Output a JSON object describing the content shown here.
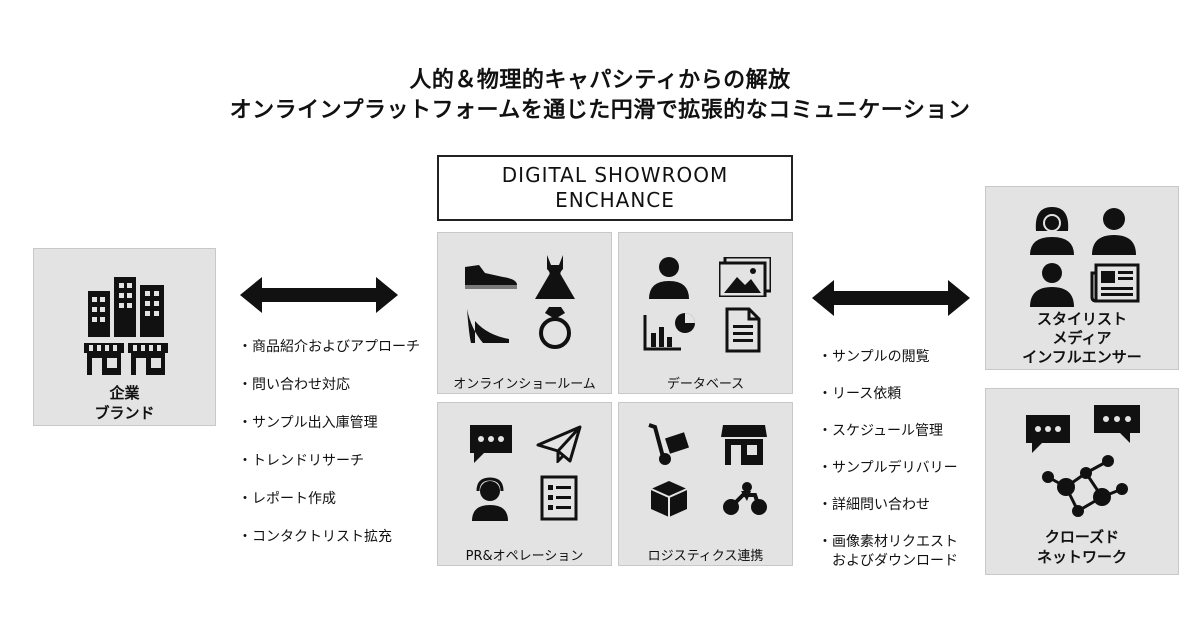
{
  "headline": {
    "line1": "人的＆物理的キャパシティからの解放",
    "line2": "オンラインプラットフォームを通じた円滑で拡張的なコミュニケーション"
  },
  "center": {
    "title_line1": "DIGITAL SHOWROOM",
    "title_line2": "ENCHANCE",
    "tiles": [
      {
        "label": "オンラインショールーム",
        "icons": [
          "shoe-icon",
          "dress-icon",
          "high-heel-icon",
          "ring-icon"
        ]
      },
      {
        "label": "データベース",
        "icons": [
          "person-icon",
          "image-icon",
          "chart-icon",
          "document-icon"
        ]
      },
      {
        "label": "PR&オペレーション",
        "icons": [
          "chat-icon",
          "paper-plane-icon",
          "operator-icon",
          "checklist-icon"
        ]
      },
      {
        "label": "ロジスティクス連携",
        "icons": [
          "hand-truck-icon",
          "store-icon",
          "box-icon",
          "motorbike-icon"
        ]
      }
    ]
  },
  "left": {
    "label_line1": "企業",
    "label_line2": "ブランド",
    "icons": [
      "buildings-icon",
      "storefront-icon"
    ],
    "bullets": [
      "・商品紹介およびアプローチ",
      "・問い合わせ対応",
      "・サンプル出入庫管理",
      "・トレンドリサーチ",
      "・レポート作成",
      "・コンタクトリスト拡充"
    ]
  },
  "right_top": {
    "label_line1": "スタイリスト",
    "label_line2": "メディア",
    "label_line3": "インフルエンサー",
    "icons": [
      "woman-icon",
      "man-icon",
      "person-icon",
      "newspaper-icon"
    ]
  },
  "right_bottom": {
    "label_line1": "クローズド",
    "label_line2": "ネットワーク",
    "icons": [
      "chat-icon",
      "network-icon"
    ]
  },
  "right_bullets": [
    "・サンプルの閲覧",
    "・リース依頼",
    "・スケジュール管理",
    "・サンプルデリバリー",
    "・詳細問い合わせ",
    "・画像素材リクエスト",
    "　およびダウンロード"
  ],
  "colors": {
    "box_gray": "#e3e3e3",
    "icon": "#111111"
  }
}
